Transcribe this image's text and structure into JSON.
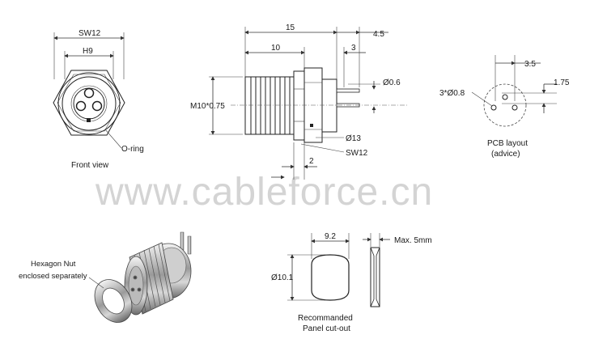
{
  "watermark": "www.cableforce.cn",
  "front_view": {
    "caption": "Front view",
    "dim_sw": "SW12",
    "dim_h": "H9",
    "oring": "O-ring"
  },
  "side_view": {
    "dim_total": "15",
    "dim_pin": "4.5",
    "dim_thread_len": "10",
    "dim_pin_offset": "3",
    "dim_thread": "M10*0.75",
    "dim_pin_dia": "Ø0.6",
    "dim_flange": "Ø13",
    "dim_nut": "SW12",
    "dim_nut_w": "2"
  },
  "pcb": {
    "caption_line1": "PCB layout",
    "caption_line2": "(advice)",
    "dim_x": "3.5",
    "dim_y": "1.75",
    "dim_holes": "3*Ø0.8"
  },
  "photo": {
    "label_line1": "Hexagon Nut",
    "label_line2": "enclosed separately"
  },
  "cutout": {
    "dim_flat": "9.2",
    "dim_dia": "Ø10.1",
    "dim_max": "Max. 5mm",
    "caption_line1": "Recommanded",
    "caption_line2": "Panel cut-out"
  }
}
